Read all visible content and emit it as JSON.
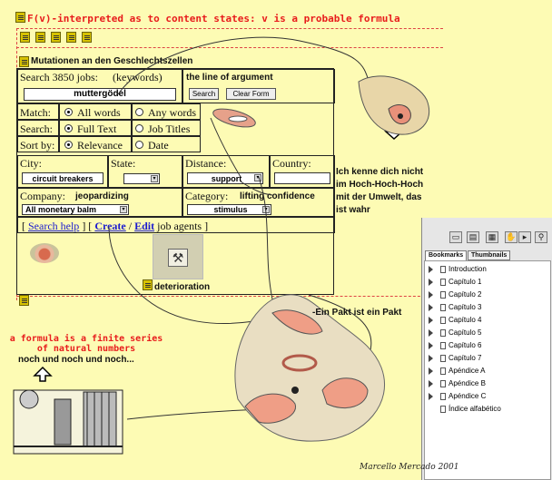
{
  "header": {
    "title": "F(v)-interpreted as to content states: v is a probable formula"
  },
  "section": {
    "title": "Mutationen an den Geschlechtszellen"
  },
  "search": {
    "label": "Search 3850 jobs:",
    "hint": "(keywords)",
    "value": "muttergödel",
    "argument_label": "the line of argument",
    "search_button": "Search",
    "clear_button": "Clear Form"
  },
  "match": {
    "label": "Match:",
    "options": [
      "All words",
      "Any words"
    ]
  },
  "search_in": {
    "label": "Search:",
    "options": [
      "Full Text",
      "Job Titles"
    ]
  },
  "sort": {
    "label": "Sort by:",
    "options": [
      "Relevance",
      "Date"
    ]
  },
  "city": {
    "label": "City:",
    "value": "circuit breakers"
  },
  "state": {
    "label": "State:"
  },
  "distance": {
    "label": "Distance:",
    "value": "support"
  },
  "country": {
    "label": "Country:"
  },
  "company": {
    "label": "Company:",
    "suffix": "jeopardizing",
    "value": "All  monetary balm"
  },
  "category": {
    "label": "Category:",
    "suffix": "lifting confidence",
    "value": "stimulus"
  },
  "links": {
    "search_help": "Search help",
    "create": "Create",
    "slash": " / ",
    "edit": "Edit",
    "job_agents": " job agents ]",
    "open_bracket": "[ ",
    "close_bracket": " ] [ "
  },
  "deterioration": "deterioration",
  "german_text": {
    "line1": "Ich kenne dich nicht",
    "line2": "im Hoch-Hoch-Hoch",
    "line3": "mit der Umwelt, das",
    "line4": "ist wahr",
    "pakt": "-Ein Pakt ist ein Pakt"
  },
  "formula_text": {
    "line1": "a formula is a finite series",
    "line2": "of natural numbers",
    "line3": "noch und noch und noch..."
  },
  "bookmarks": {
    "tabs": [
      "Bookmarks",
      "Thumbnails"
    ],
    "items": [
      "Introduction",
      "Capítulo 1",
      "Capítulo 2",
      "Capítulo 3",
      "Capítulo 4",
      "Capítulo 5",
      "Capítulo 6",
      "Capítulo 7",
      "Apéndice A",
      "Apéndice B",
      "Apéndice C",
      "Índice alfabético"
    ]
  },
  "signature": "Marcello Mercado 2001",
  "colors": {
    "background": "#fdfbb4",
    "accent_red": "#e81c1c",
    "link_blue": "#1b1bcf"
  }
}
